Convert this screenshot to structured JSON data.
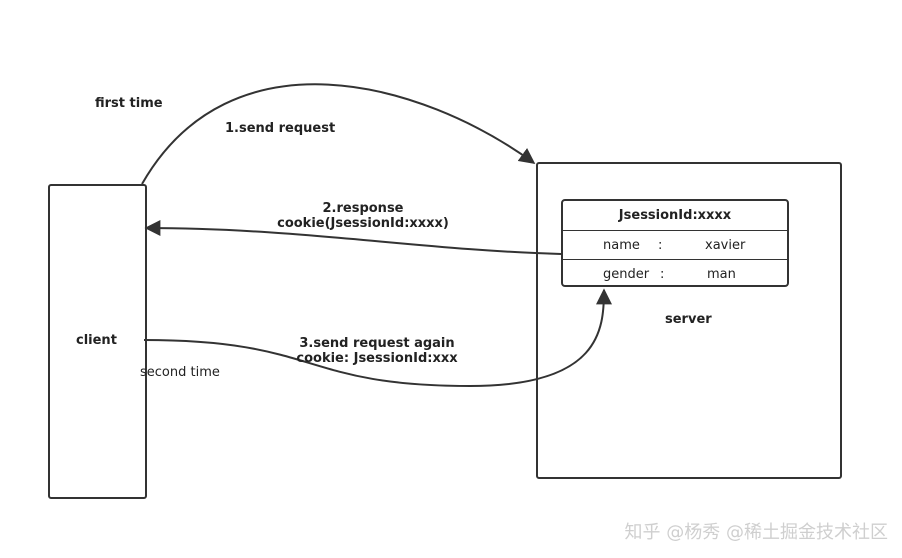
{
  "labels": {
    "first_time": "first time",
    "send_request": "1.send request",
    "response_line1": "2.response",
    "response_line2": "cookie(JsessionId:xxxx)",
    "client": "client",
    "second_time": "second time",
    "send_again_line1": "3.send request again",
    "send_again_line2": "cookie: JsessionId:xxx",
    "server": "server"
  },
  "session_table": {
    "header": "JsessionId:xxxx",
    "rows": [
      {
        "key": "name",
        "sep": ":",
        "value": "xavier"
      },
      {
        "key": "gender",
        "sep": ":",
        "value": "man"
      }
    ]
  },
  "watermark": "知乎 @杨秀 @稀土掘金技术社区",
  "colors": {
    "line": "#333333",
    "background": "#ffffff"
  }
}
